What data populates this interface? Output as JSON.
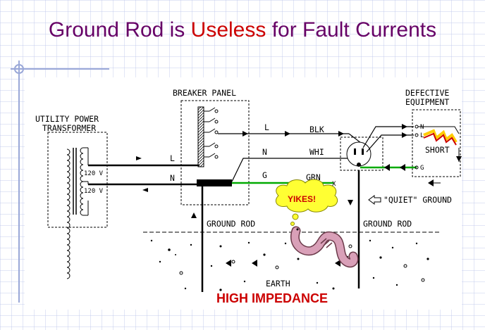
{
  "title": {
    "prefix": "Ground Rod is ",
    "highlight": "Useless",
    "suffix": " for Fault Currents"
  },
  "colors": {
    "title": "#660066",
    "accent": "#cc0000",
    "ground_wire": "#00aa00",
    "worm": "#d9a0b8"
  },
  "labels": {
    "transformer_line1": "UTILITY POWER",
    "transformer_line2": "TRANSFORMER",
    "volt_upper": "120 V",
    "volt_lower": "120 V",
    "breaker_panel": "BREAKER PANEL",
    "line_L_left": "L",
    "line_N_left": "N",
    "line_L_right": "L",
    "line_N_right": "N",
    "line_G_right": "G",
    "blk": "BLK",
    "whi": "WHI",
    "grn": "GRN",
    "x_mark": "X",
    "defective_line1": "DEFECTIVE",
    "defective_line2": "EQUIPMENT",
    "equip_n": "N",
    "equip_l": "L",
    "equip_g": "G",
    "short": "SHORT",
    "quiet_ground": "\"QUIET\" GROUND",
    "ground_rod_left": "GROUND ROD",
    "ground_rod_right": "GROUND ROD",
    "earth": "EARTH",
    "yikes": "YIKES!",
    "high_impedance": "HIGH IMPEDANCE"
  }
}
